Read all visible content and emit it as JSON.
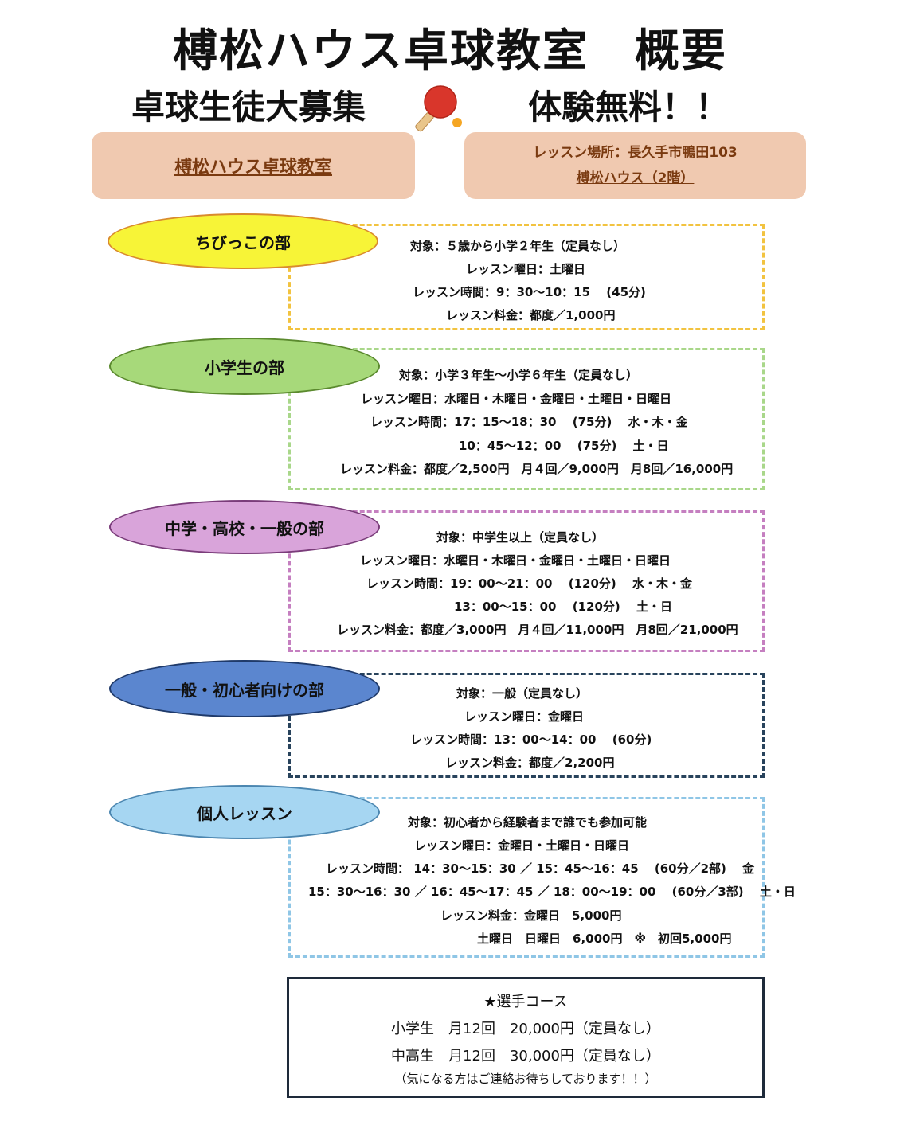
{
  "header": {
    "title": "榑松ハウス卓球教室　概要",
    "subtitle_left": "卓球生徒大募集",
    "subtitle_right": "体験無料！！"
  },
  "info": {
    "school_name": "榑松ハウス卓球教室",
    "location_line1": "レッスン場所：長久手市鴨田103",
    "location_line2": "榑松ハウス（2階）"
  },
  "sections": {
    "kids": {
      "name": "ちびっこの部",
      "lines": [
        "対象：５歳から小学２年生（定員なし）",
        "レッスン曜日：土曜日",
        "レッスン時間：9：30～10：15　 (45分)",
        "レッスン料金：都度／1,000円"
      ]
    },
    "elementary": {
      "name": "小学生の部",
      "lines": [
        "対象：小学３年生～小学６年生（定員なし）",
        "レッスン曜日：水曜日・木曜日・金曜日・土曜日・日曜日",
        "レッスン時間：17：15～18：30　 (75分)　 水・木・金",
        "10：45～12：00　 (75分)　 土・日",
        "レッスン料金：都度／2,500円　月４回／9,000円　月8回／16,000円"
      ]
    },
    "junior": {
      "name": "中学・高校・一般の部",
      "lines": [
        "対象：中学生以上（定員なし）",
        "レッスン曜日：水曜日・木曜日・金曜日・土曜日・日曜日",
        "レッスン時間：19：00～21：00　 (120分)　 水・木・金",
        "13：00～15：00　 (120分)　 土・日",
        "レッスン料金：都度／3,000円　月４回／11,000円　月8回／21,000円"
      ]
    },
    "beginner": {
      "name": "一般・初心者向けの部",
      "lines": [
        "対象：一般（定員なし）",
        "レッスン曜日：金曜日",
        "レッスン時間：13：00～14：00　 (60分)",
        "レッスン料金：都度／2,200円"
      ]
    },
    "private": {
      "name": "個人レッスン",
      "lines": [
        "対象：初心者から経験者まで誰でも参加可能",
        "レッスン曜日：金曜日・土曜日・日曜日",
        "レッスン時間： 14：30～15：30 ／ 15：45～16：45　 (60分／2部)　 金",
        "15：30～16：30 ／ 16：45～17：45 ／ 18：00～19：00　 (60分／3部)　 土・日",
        "レッスン料金：金曜日　5,000円",
        "土曜日　日曜日　6,000円　※　初回5,000円"
      ]
    }
  },
  "course": {
    "heading": "★選手コース",
    "line1": "小学生　月12回　20,000円（定員なし）",
    "line2": "中高生　月12回　30,000円（定員なし）",
    "note": "（気になる方はご連絡お待ちしております！！）"
  },
  "colors": {
    "kids": "#f2c340",
    "elementary": "#a9d78a",
    "junior": "#c57fc0",
    "beginner": "#28435c",
    "private": "#8fc6e6",
    "info_box": "#f0c9b0"
  },
  "icons": {
    "paddle": "ping-pong-paddle-icon"
  }
}
